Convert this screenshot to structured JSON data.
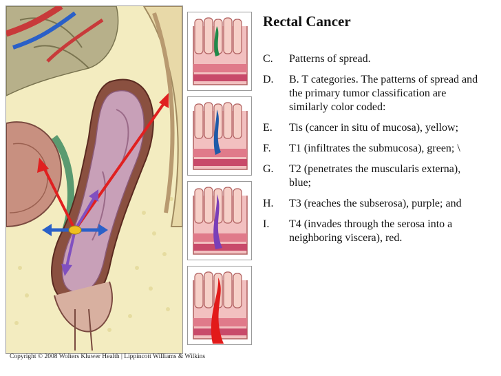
{
  "slide": {
    "title": "Rectal Cancer",
    "items": [
      {
        "label": "C.",
        "text": "Patterns of spread."
      },
      {
        "label": "D.",
        "text": "B. T categories. The patterns of spread and the primary tumor classification are similarly color coded:"
      },
      {
        "label": "E.",
        "text": "Tis (cancer in situ of mucosa), yellow;"
      },
      {
        "label": "F.",
        "text": "T1 (infiltrates the submucosa), green; \\"
      },
      {
        "label": "G.",
        "text": "T2 (penetrates the muscularis externa), blue;"
      },
      {
        "label": "H.",
        "text": "T3 (reaches the subserosa), purple; and"
      },
      {
        "label": "I.",
        "text": "T4 (invades through the serosa into a neighboring viscera), red."
      }
    ],
    "copyright": "Copyright © 2008 Wolters Kluwer Health | Lippincott Williams & Wilkins"
  },
  "illustration": {
    "main_colors": {
      "background": "#f3ecc0",
      "tissue": "#c8a0b8",
      "muscle": "#8a5040",
      "arrow_red": "#e02020",
      "arrow_blue": "#2a60c8",
      "arrow_purple": "#8050c0"
    },
    "panels": [
      {
        "name": "T1",
        "tumor_color": "#1f8a4a"
      },
      {
        "name": "T2",
        "tumor_color": "#1f5aa8"
      },
      {
        "name": "T3",
        "tumor_color": "#7a3fb8"
      },
      {
        "name": "T4",
        "tumor_color": "#e21a1a"
      }
    ]
  }
}
